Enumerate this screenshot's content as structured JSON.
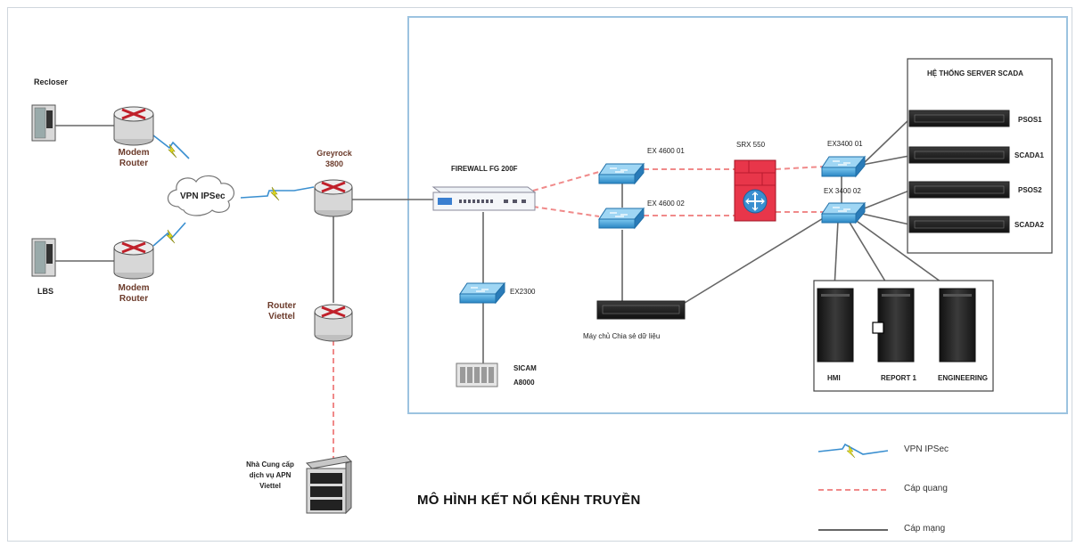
{
  "title": "MÔ HÌNH KẾT NỐI KÊNH TRUYỀN",
  "nodes": {
    "recloser": "Recloser",
    "lbs": "LBS",
    "modem_router_1": "Modem Router",
    "modem_router_2": "Modem Router",
    "vpn_cloud": "VPN IPSec",
    "greyrock": "Greyrock 3800",
    "router_viettel": "Router Viettel",
    "provider": "Nhà Cung cấp dịch vụ APN Viettel",
    "firewall": "FIREWALL FG 200F",
    "ex4600_01": "EX 4600 01",
    "ex4600_02": "EX 4600 02",
    "srx": "SRX 550",
    "ex3400_01": "EX3400 01",
    "ex3400_02": "EX 3400 02",
    "ex2300": "EX2300",
    "scada_a": "SICAM A8000",
    "db_server": "Máy chủ Chia sẻ dữ liệu",
    "server_group_title": "HỆ THỐNG SERVER SCADA",
    "servers": [
      "PSOS1",
      "SCADA1",
      "PSOS2",
      "SCADA2"
    ],
    "workstations": [
      "HMI",
      "REPORT 1",
      "ENGINEERING"
    ]
  },
  "legend": {
    "vpn": "VPN IPSec",
    "fiber": "Cáp quang",
    "cable": "Cáp mạng"
  },
  "colors": {
    "fiber": "#f08a8a",
    "cable": "#555555",
    "vpn": "#3a8fd0",
    "switch": "#3aa0d8",
    "firewall_red": "#e8364a",
    "label_brown": "#6b3a2a",
    "frame_blue": "#9cc3e0"
  }
}
